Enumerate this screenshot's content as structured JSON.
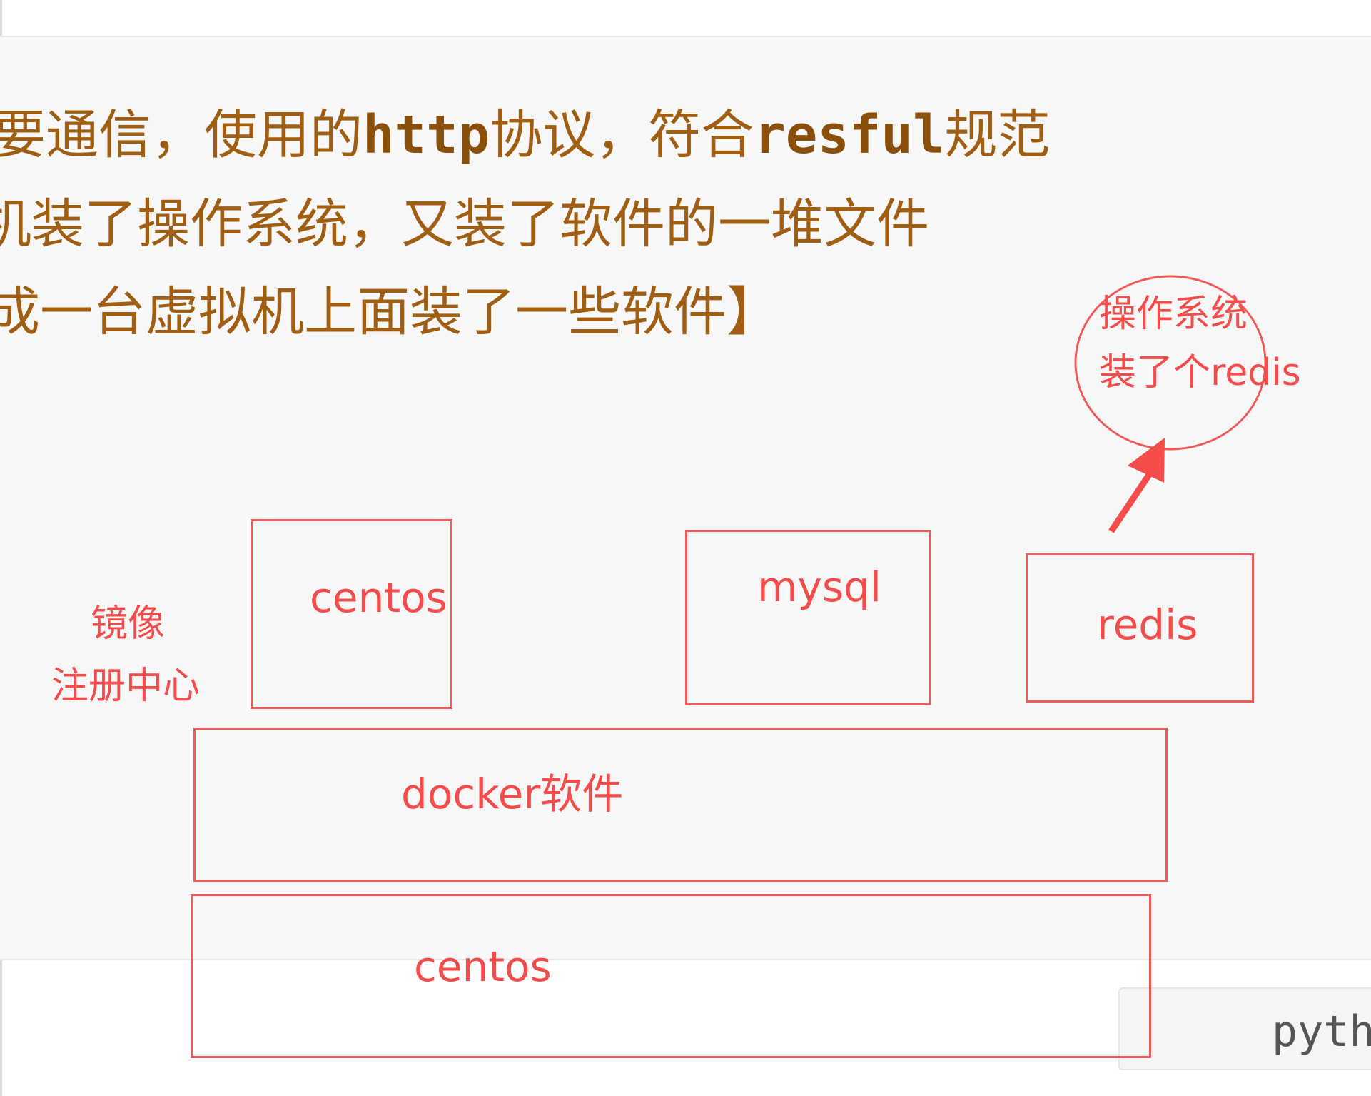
{
  "code_text": {
    "line1_a": "要通信，使用的",
    "line1_b": "http",
    "line1_c": "协议，符合",
    "line1_d": "resful",
    "line1_e": "规范",
    "line2": "机装了操作系统，又装了软件的一堆文件",
    "line3": "成一台虚拟机上面装了一些软件】"
  },
  "diagram": {
    "registry_label_1": "镜像",
    "registry_label_2": "注册中心",
    "image_centos": "centos",
    "image_mysql": "mysql",
    "image_redis": "redis",
    "docker_layer": "docker软件",
    "os_layer": "centos",
    "callout_line_1": "操作系统",
    "callout_line_2": "装了个redis"
  },
  "bottom_tag": {
    "label": "python"
  },
  "colors": {
    "annotation_red": "#f44b4b",
    "code_text": "#a05e13",
    "panel_bg": "#f7f7f7"
  }
}
